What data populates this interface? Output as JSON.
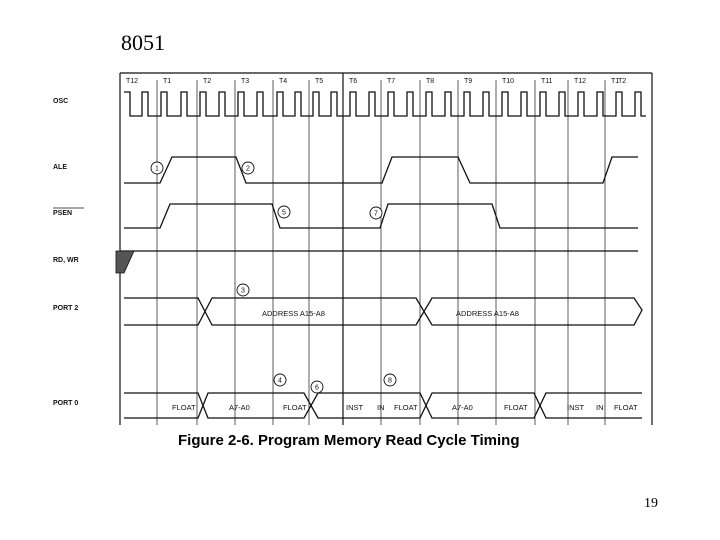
{
  "slide": {
    "title": "8051",
    "page_number": "19"
  },
  "figure": {
    "caption": "Figure 2-6.  Program Memory Read Cycle Timing",
    "states": [
      "T12",
      "T1",
      "T2",
      "T3",
      "T4",
      "T5",
      "T6",
      "T7",
      "T8",
      "T9",
      "T10",
      "T11",
      "T12",
      "T1",
      "T2"
    ],
    "signals": [
      "OSC",
      "ALE",
      "PSEN",
      "RD, WR",
      "PORT 2",
      "PORT 0"
    ],
    "psen_overline": true,
    "port2_segments": [
      "ADDRESS A15-A8",
      "ADDRESS A15-A8"
    ],
    "port0_segments": [
      "FLOAT",
      "A7-A0",
      "FLOAT",
      "INST",
      "IN",
      "FLOAT",
      "A7-A0",
      "FLOAT",
      "INST",
      "IN",
      "FLOAT"
    ],
    "markers": [
      "1",
      "2",
      "3",
      "4",
      "5",
      "6",
      "7",
      "8"
    ]
  }
}
